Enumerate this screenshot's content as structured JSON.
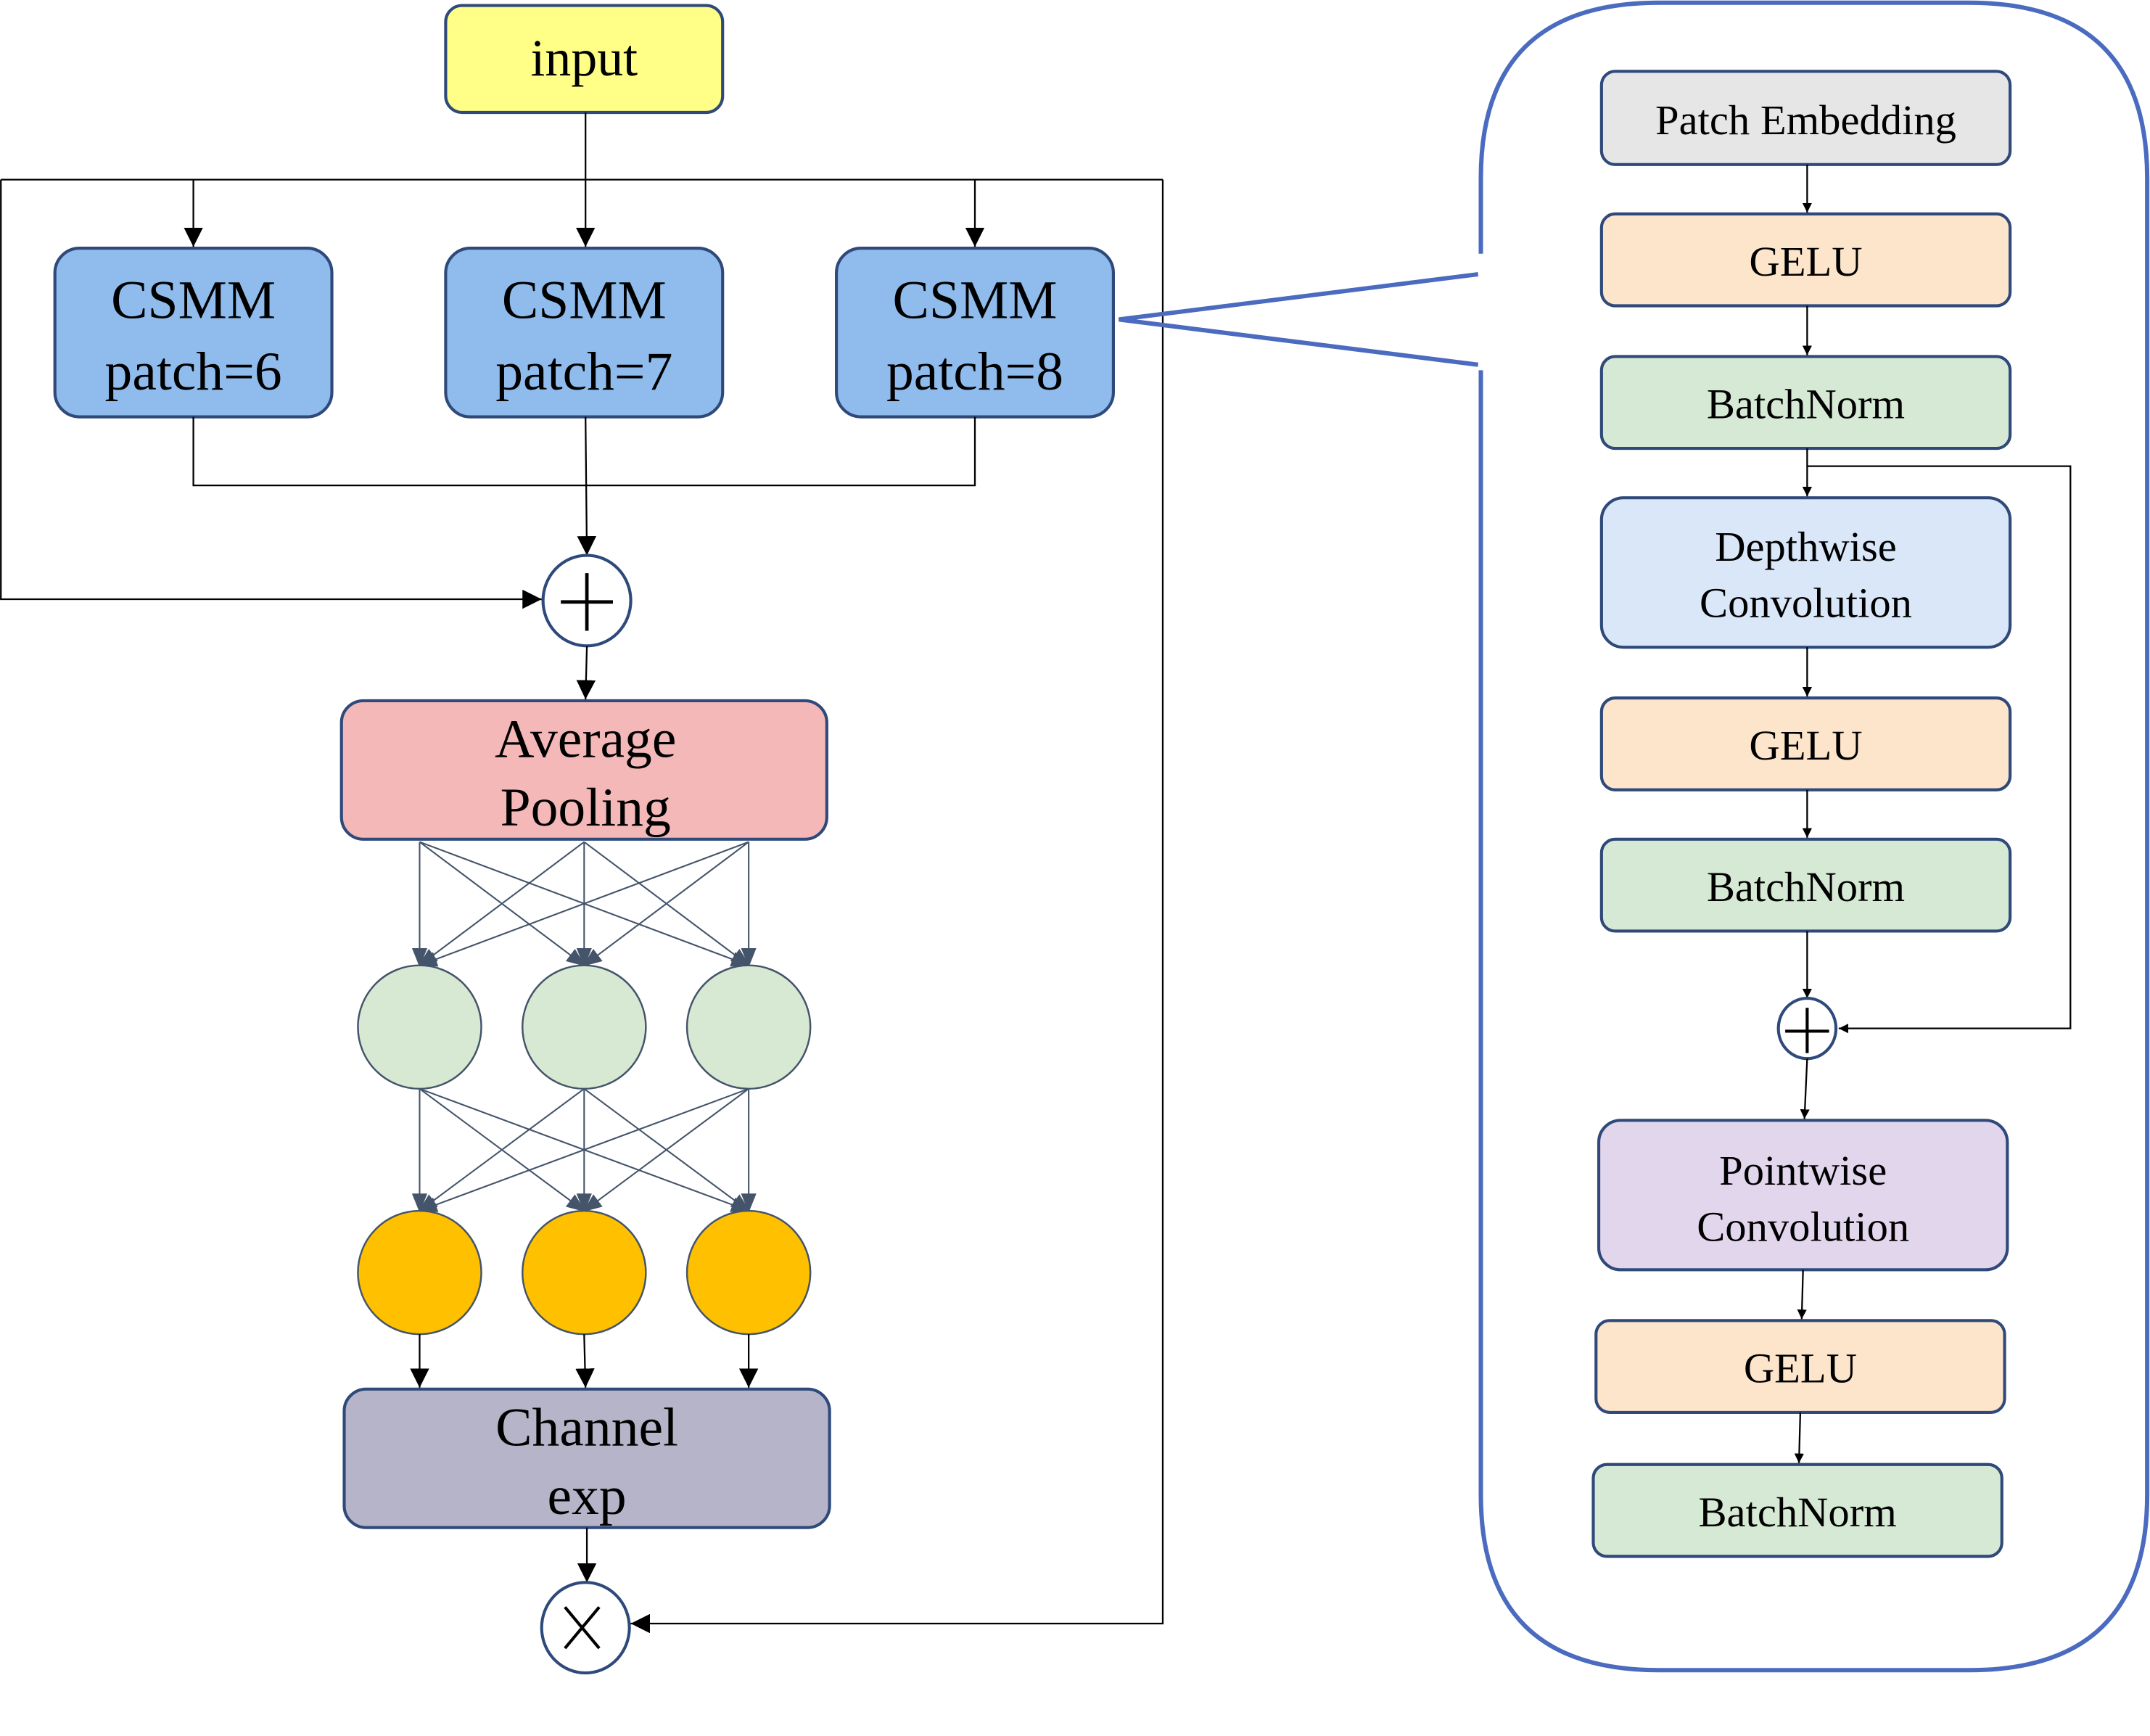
{
  "left_module": {
    "input": "input",
    "csmm": [
      {
        "line1": "CSMM",
        "line2": "patch=6"
      },
      {
        "line1": "CSMM",
        "line2": "patch=7"
      },
      {
        "line1": "CSMM",
        "line2": "patch=8"
      }
    ],
    "add_symbol": "+",
    "avg_pool": {
      "line1": "Average",
      "line2": "Pooling"
    },
    "channel_exp": {
      "line1": "Channel",
      "line2": "exp"
    },
    "multiply_symbol": "×"
  },
  "right_module": {
    "patch_embedding": "Patch Embedding",
    "gelu1": "GELU",
    "batchnorm1": "BatchNorm",
    "depthwise": {
      "line1": "Depthwise",
      "line2": "Convolution"
    },
    "gelu2": "GELU",
    "batchnorm2": "BatchNorm",
    "add_symbol": "+",
    "pointwise": {
      "line1": "Pointwise",
      "line2": "Convolution"
    },
    "gelu3": "GELU",
    "batchnorm3": "BatchNorm"
  },
  "colors": {
    "input": "#ffff88",
    "csmm": "#8fbcec",
    "avg_pool": "#f4b8b8",
    "channel_exp": "#b6b4c8",
    "hidden_node": "#d7e8d3",
    "output_node": "#ffc000",
    "patch_embedding": "#e6e6e6",
    "gelu": "#fde5cb",
    "batchnorm": "#d6e9d5",
    "depthwise": "#d9e7f9",
    "pointwise": "#e2d6ec",
    "panel_border": "#4a6bbf",
    "box_border": "#2f4a7a"
  }
}
